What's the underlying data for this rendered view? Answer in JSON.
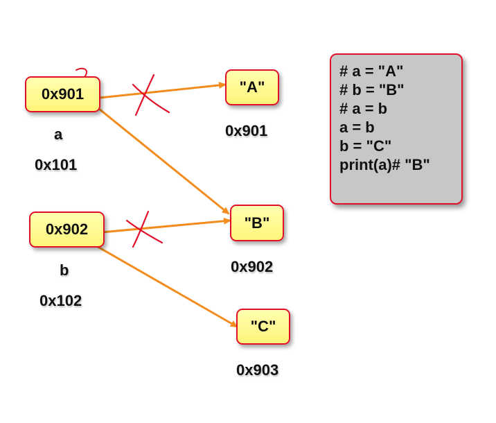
{
  "variables": [
    {
      "id": "a",
      "name": "a",
      "address": "0x101",
      "value": "0x901"
    },
    {
      "id": "b",
      "name": "b",
      "address": "0x102",
      "value": "0x902"
    }
  ],
  "objects": [
    {
      "id": "A",
      "value": "\"A\"",
      "address": "0x901"
    },
    {
      "id": "B",
      "value": "\"B\"",
      "address": "0x902"
    },
    {
      "id": "C",
      "value": "\"C\"",
      "address": "0x903"
    }
  ],
  "code": {
    "lines": [
      "# a = \"A\"",
      "# b = \"B\"",
      "# a = b",
      "a = b",
      "b = \"C\"",
      "print(a)# \"B\""
    ]
  },
  "colors": {
    "arrow": "#f28c1e",
    "cross": "#e0102a",
    "box_border": "#e0102a",
    "box_fill": "#fff57a",
    "panel_fill": "#c7c7c7"
  }
}
